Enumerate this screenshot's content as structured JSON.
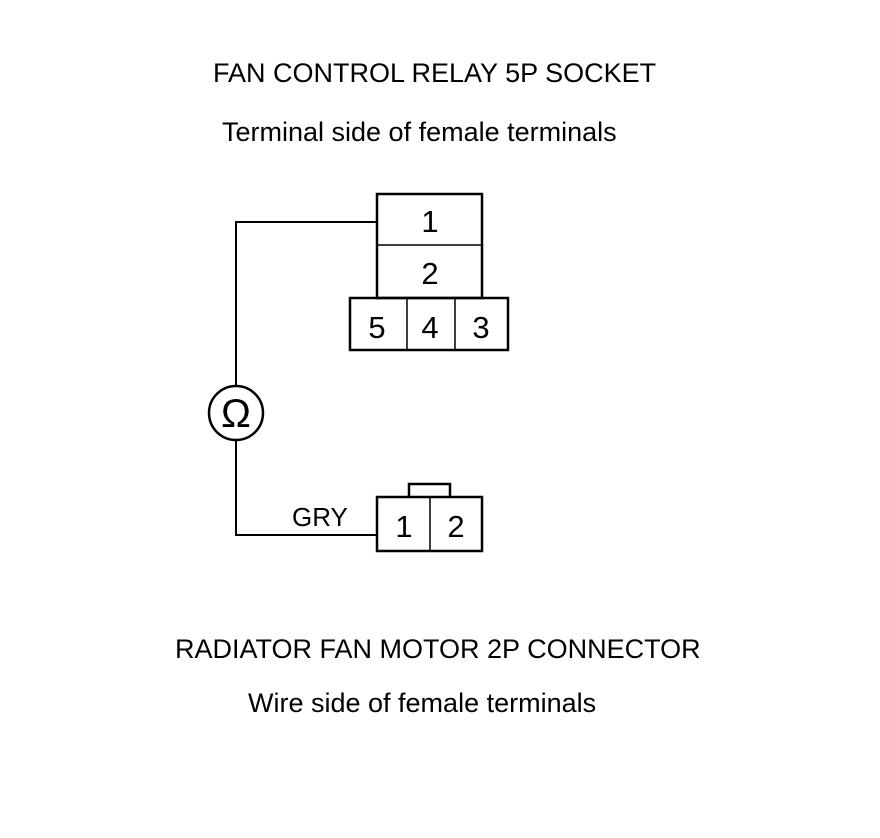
{
  "relay_socket": {
    "title": "FAN CONTROL RELAY 5P SOCKET",
    "subtitle": "Terminal side of female terminals",
    "pins": [
      "1",
      "2",
      "5",
      "4",
      "3"
    ]
  },
  "fan_connector": {
    "title": "RADIATOR FAN MOTOR 2P CONNECTOR",
    "subtitle": "Wire side of female terminals",
    "pins": [
      "1",
      "2"
    ],
    "wire_color": "GRY"
  },
  "meter": {
    "symbol": "Ω",
    "icon": "ohmmeter-icon"
  }
}
